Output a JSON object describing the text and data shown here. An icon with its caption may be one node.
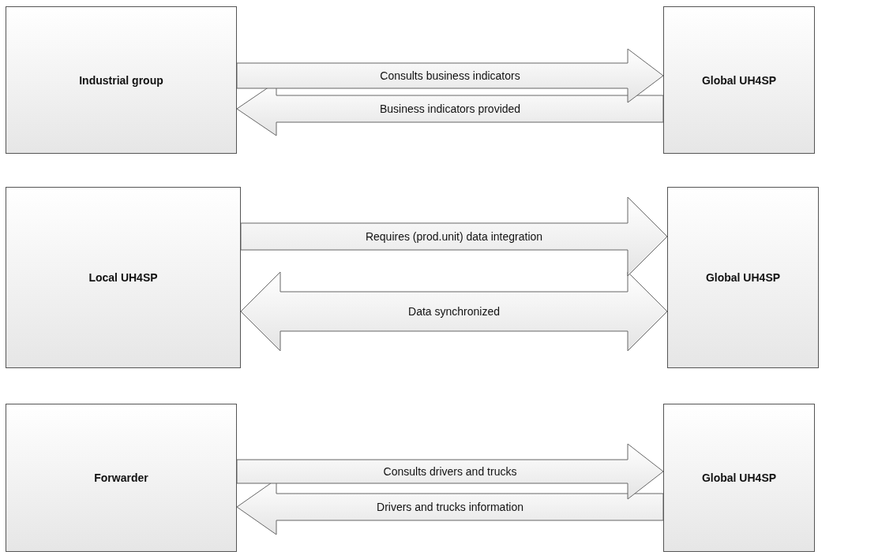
{
  "diagram": {
    "nodes": [
      {
        "text": [
          "Industrial group"
        ]
      },
      {
        "text": [
          "Global UH4SP"
        ]
      },
      {
        "text": [
          "Local UH4SP"
        ]
      },
      {
        "text": [
          "Global UH4SP"
        ]
      },
      {
        "text": [
          "Forwarder"
        ]
      },
      {
        "text": [
          "Global UH4SP"
        ]
      }
    ],
    "edges": [
      {
        "from": 0,
        "to": 1,
        "arrow": "to",
        "label": "Consults business indicators"
      },
      {
        "from": 1,
        "to": 0,
        "arrow": "to",
        "label": "Business indicators provided"
      },
      {
        "from": 2,
        "to": 3,
        "arrow": "to",
        "label": "Requires (prod.unit) data integration"
      },
      {
        "from": 2,
        "to": 3,
        "arrow": "both",
        "label": "Data synchronized"
      },
      {
        "from": 4,
        "to": 5,
        "arrow": "to",
        "label": "Consults drivers and trucks"
      },
      {
        "from": 5,
        "to": 4,
        "arrow": "to",
        "label": "Drivers and trucks information"
      }
    ]
  }
}
